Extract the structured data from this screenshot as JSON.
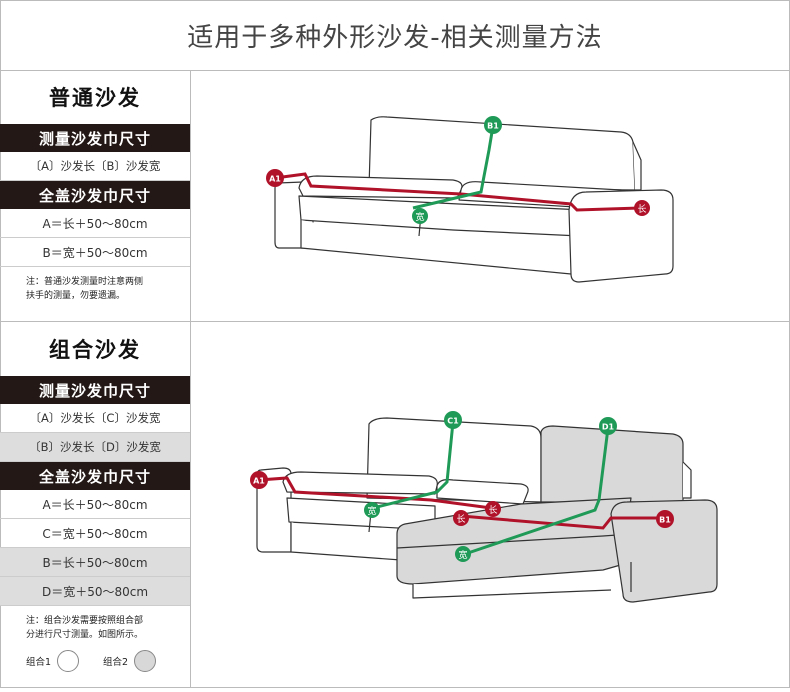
{
  "page": {
    "title": "适用于多种外形沙发-相关测量方法"
  },
  "section1": {
    "title": "普通沙发",
    "measure_header": "测量沙发巾尺寸",
    "measure_rows": [
      "〔A〕沙发长〔B〕沙发宽"
    ],
    "cover_header": "全盖沙发巾尺寸",
    "formulas": [
      "A＝长＋50～80cm",
      "B＝宽＋50～80cm"
    ],
    "note_line1": "注：普通沙发测量时注意两侧",
    "note_line2": "扶手的测量，勿要遗漏。",
    "labels": {
      "a1": "A1",
      "b1": "B1",
      "kuan": "宽",
      "chang": "长"
    }
  },
  "section2": {
    "title": "组合沙发",
    "measure_header": "测量沙发巾尺寸",
    "measure_rows": [
      "〔A〕沙发长〔C〕沙发宽",
      "〔B〕沙发长〔D〕沙发宽"
    ],
    "cover_header": "全盖沙发巾尺寸",
    "formulas": [
      "A＝长＋50～80cm",
      "C＝宽＋50～80cm",
      "B＝长＋50～80cm",
      "D＝宽＋50～80cm"
    ],
    "note_line1": "注：组合沙发需要按照组合部",
    "note_line2": "分进行尺寸测量。如图所示。",
    "combo1_label": "组合1",
    "combo2_label": "组合2",
    "labels": {
      "a1": "A1",
      "b1": "B1",
      "c1": "C1",
      "d1": "D1",
      "kuan1": "宽",
      "kuan2": "宽",
      "chang1": "长",
      "chang2": "长"
    }
  },
  "colors": {
    "marker_red": "#b0122a",
    "marker_green": "#1f9a57",
    "dark_bar": "#231815",
    "grey_row": "#dddddd",
    "chaise_fill": "#d9d9d9"
  }
}
